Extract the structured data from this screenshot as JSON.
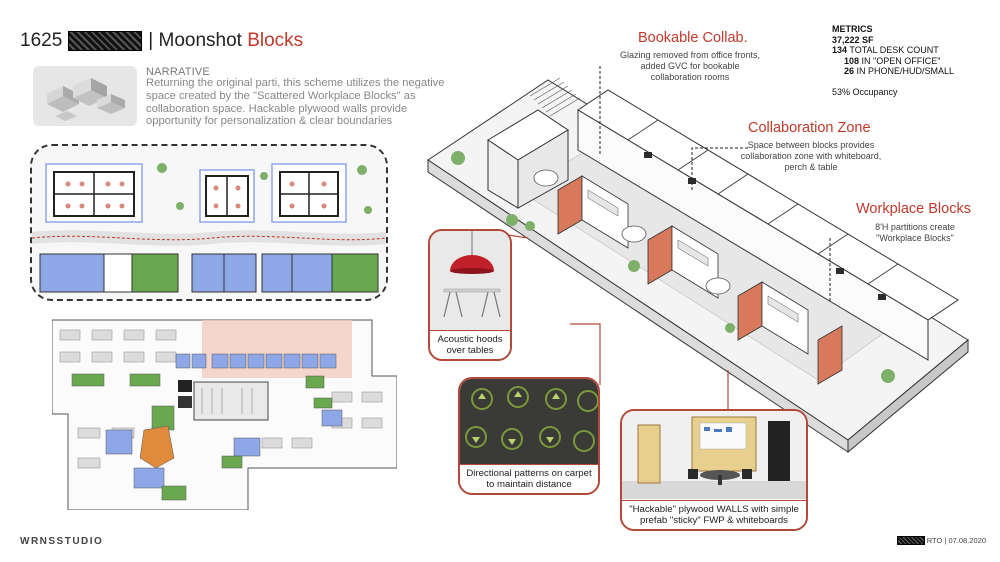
{
  "header": {
    "project_number": "1625",
    "title_prefix": "| Moonshot ",
    "title_accent": "Blocks"
  },
  "narrative": {
    "heading": "NARRATIVE",
    "body": "Returning the original parti, this scheme utilizes the negative space created by the \"Scattered Workplace Blocks\" as collaboration space. Hackable plywood walls provide opportunity for personalization & clear boundaries"
  },
  "callouts": {
    "bookable": {
      "title": "Bookable Collab.",
      "text": "Glazing removed from office fronts, added GVC for bookable collaboration rooms"
    },
    "collab_zone": {
      "title": "Collaboration Zone",
      "text": "Space between blocks provides collaboration zone with whiteboard, perch & table"
    },
    "workplace": {
      "title": "Workplace Blocks",
      "text": "8'H partitions create \"Workplace Blocks\""
    }
  },
  "metrics": {
    "heading": "METRICS",
    "sf_value": "37,222",
    "sf_label": "SF",
    "desk_value": "134",
    "desk_label": "TOTAL DESK COUNT",
    "open_value": "108",
    "open_label": "IN \"OPEN OFFICE\"",
    "phone_value": "26",
    "phone_label": "IN PHONE/HUD/SMALL",
    "occupancy": "53% Occupancy"
  },
  "cards": {
    "acoustic": "Acoustic hoods over tables",
    "carpet": "Directional patterns on carpet to maintain distance",
    "hackable": "\"Hackable\" plywood WALLS with simple prefab \"sticky\" FWP & whiteboards"
  },
  "footer": {
    "logo": "WRNSSTUDIO",
    "meta": "RTO | 07.08.2020"
  },
  "colors": {
    "accent": "#c0392b",
    "card_border": "#b14a3a",
    "office_blue": "#8ea7e6",
    "green": "#6aa84f",
    "salmon": "#f2c9bd",
    "orange": "#e08a3c"
  }
}
